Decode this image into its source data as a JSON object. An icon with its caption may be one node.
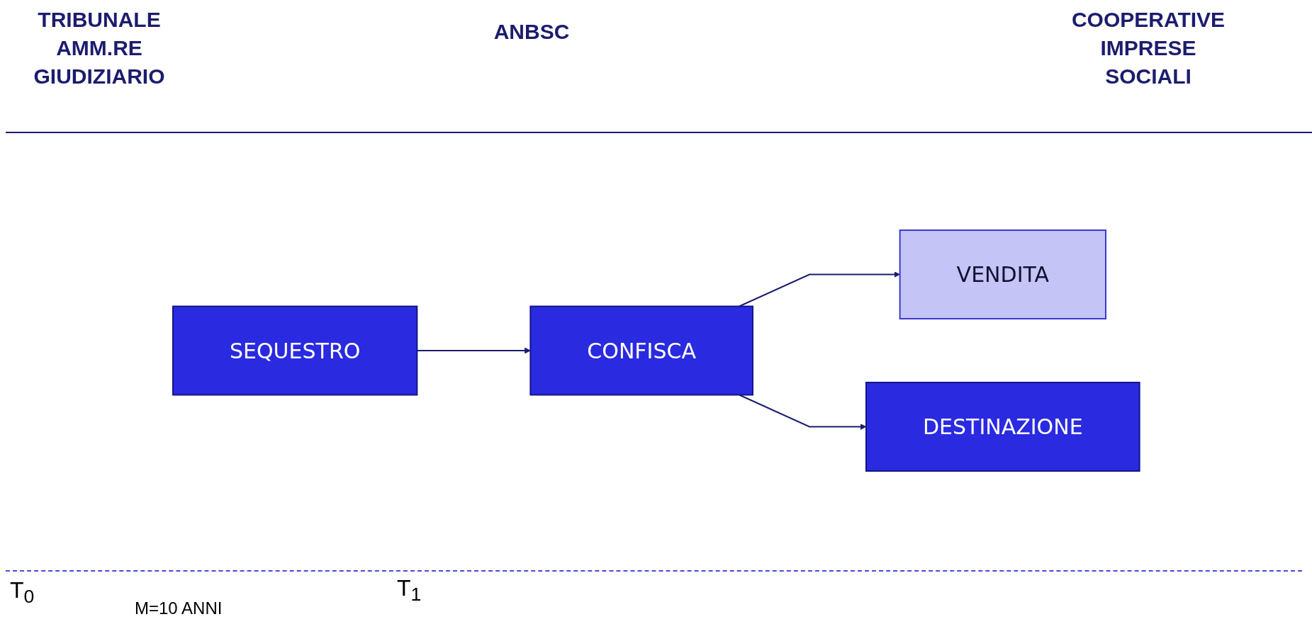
{
  "diagram": {
    "nodes": [
      {
        "text": [
          "SEQUESTRO"
        ]
      },
      {
        "text": [
          "CONFISCA"
        ]
      },
      {
        "text": [
          "VENDITA"
        ]
      },
      {
        "text": [
          "DESTINAZIONE"
        ]
      }
    ],
    "edges": [
      {
        "from": 0,
        "to": 1,
        "arrow": "to"
      },
      {
        "from": 1,
        "to": 2,
        "arrow": "to"
      },
      {
        "from": 1,
        "to": 3,
        "arrow": "to"
      }
    ],
    "labels": [
      "TRIBUNALE AMM.RE GIUDIZIARIO",
      "ANBSC",
      "COOPERATIVE IMPRESE SOCIALI",
      "T$_{0}$",
      "T$_{1}$",
      "M=10 ANNI"
    ]
  }
}
